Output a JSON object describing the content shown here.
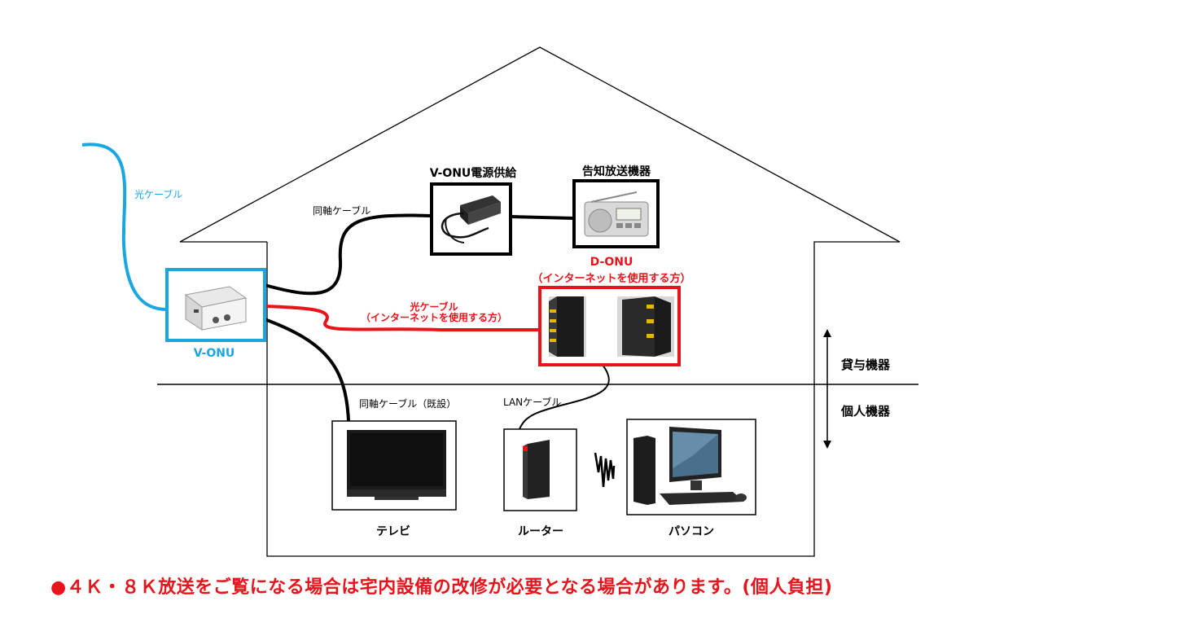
{
  "labels": {
    "optical_cable_outside": "光ケーブル",
    "coax_cable_top": "同軸ケーブル",
    "vonu_power_supply": "V-ONU電源供給",
    "notification_device": "告知放送機器",
    "d_onu_title": "D-ONU",
    "d_onu_note": "（インターネットを使用する方）",
    "optical_cable_inside": "光ケーブル",
    "optical_cable_inside_note": "（インターネットを使用する方）",
    "vonu": "V-ONU",
    "loaned_equipment": "貸与機器",
    "personal_equipment": "個人機器",
    "coax_cable_existing": "同軸ケーブル（既設）",
    "lan_cable": "LANケーブル",
    "tv": "テレビ",
    "router": "ルーター",
    "pc": "パソコン"
  },
  "footer": "●４Ｋ・８Ｋ放送をご覧になる場合は宅内設備の改修が必要となる場合があります。(個人負担)",
  "colors": {
    "optical_blue": "#1aa6e0",
    "alert_red": "#e8141b",
    "line_black": "#000000"
  }
}
